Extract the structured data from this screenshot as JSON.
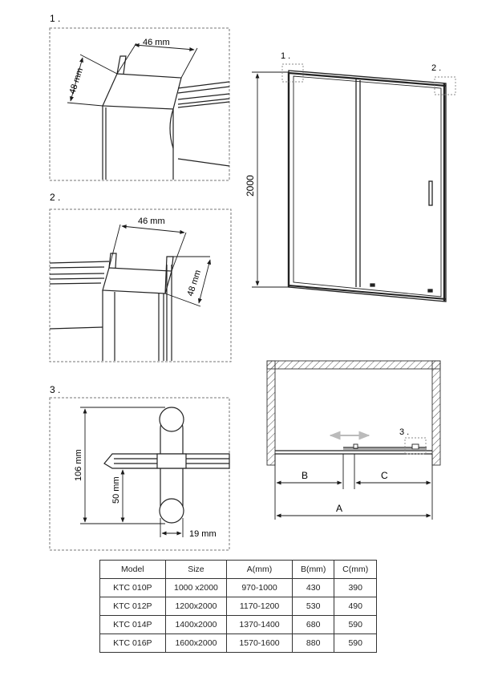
{
  "details": {
    "d1": {
      "label": "1 .",
      "width_dim": "46 mm",
      "depth_dim": "48 mm"
    },
    "d2": {
      "label": "2 .",
      "width_dim": "46 mm",
      "depth_dim": "48 mm"
    },
    "d3": {
      "label": "3 .",
      "height_dim": "106 mm",
      "offset_dim": "50 mm",
      "width_dim": "19 mm"
    }
  },
  "front_view": {
    "height_label": "2000",
    "callout_1": "1 .",
    "callout_2": "2 ."
  },
  "plan_view": {
    "label_a": "A",
    "label_b": "B",
    "label_c": "C",
    "callout_3": "3 ."
  },
  "table": {
    "headers": [
      "Model",
      "Size",
      "A(mm)",
      "B(mm)",
      "C(mm)"
    ],
    "rows": [
      [
        "KTC 010P",
        "1000 x2000",
        "970-1000",
        "430",
        "390"
      ],
      [
        "KTC 012P",
        "1200x2000",
        "1170-1200",
        "530",
        "490"
      ],
      [
        "KTC 014P",
        "1400x2000",
        "1370-1400",
        "680",
        "590"
      ],
      [
        "KTC 016P",
        "1600x2000",
        "1570-1600",
        "880",
        "590"
      ]
    ]
  }
}
